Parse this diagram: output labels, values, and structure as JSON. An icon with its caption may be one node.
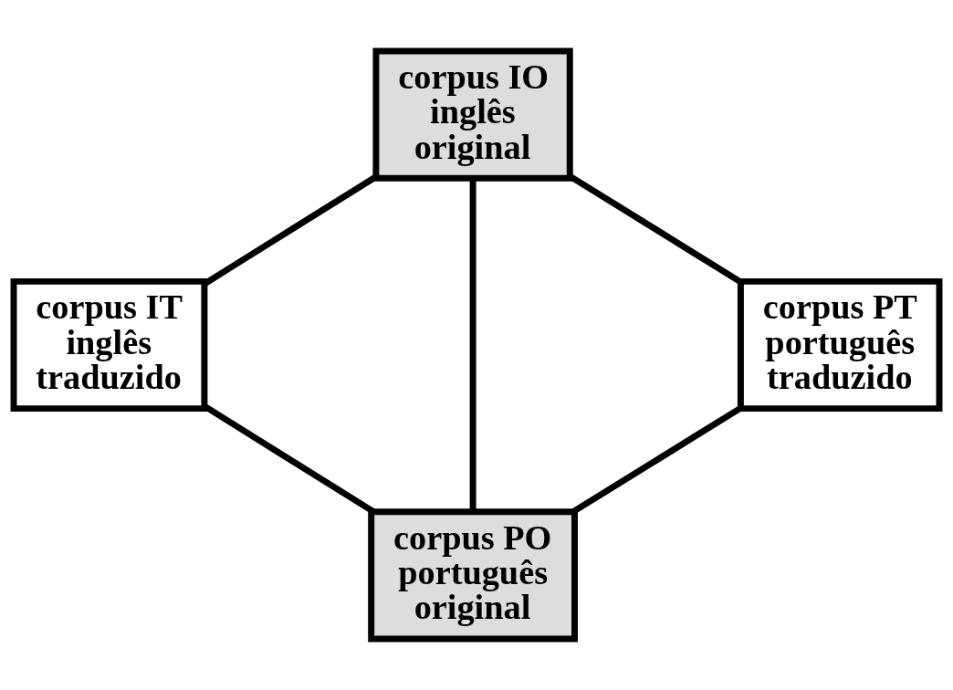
{
  "diagram": {
    "nodes": [
      {
        "text": [
          "corpus IO",
          "inglês",
          "original"
        ]
      },
      {
        "text": [
          "corpus IT",
          "inglês",
          "traduzido"
        ]
      },
      {
        "text": [
          "corpus PT",
          "português",
          "traduzido"
        ]
      },
      {
        "text": [
          "corpus PO",
          "português",
          "original"
        ]
      }
    ],
    "edges": [
      {
        "from": 0,
        "to": 1,
        "arrow": "none"
      },
      {
        "from": 0,
        "to": 2,
        "arrow": "none"
      },
      {
        "from": 0,
        "to": 3,
        "arrow": "none"
      },
      {
        "from": 1,
        "to": 3,
        "arrow": "none"
      },
      {
        "from": 2,
        "to": 3,
        "arrow": "none"
      }
    ]
  }
}
